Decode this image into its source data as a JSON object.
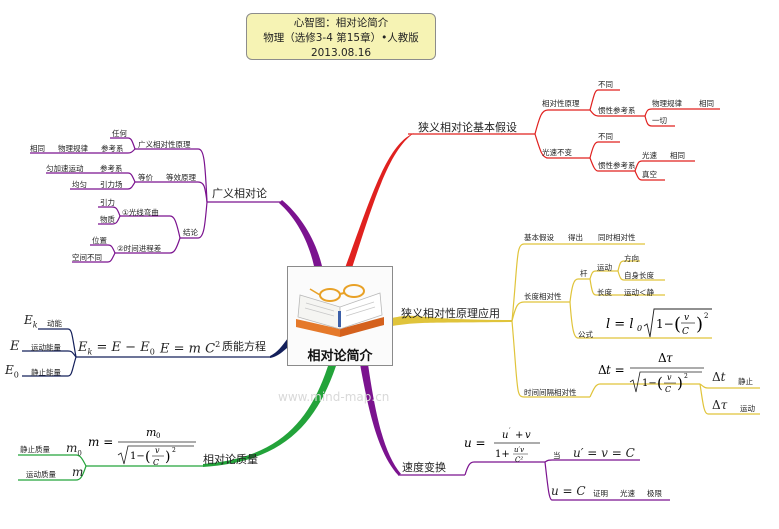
{
  "title": {
    "line1": "心智图：相对论简介",
    "line2": "物理（选修3-4 第15章）•人教版",
    "line3": "2013.08.16"
  },
  "center": {
    "label": "相对论简介",
    "icon": "open-book-with-glasses-icon"
  },
  "watermark": "www.mind-map.cn",
  "colors": {
    "red": "#e0211f",
    "olive": "#e0c43b",
    "purple": "#7b138f",
    "darkblue": "#14205b",
    "green": "#23a33a"
  },
  "branches": {
    "narrow_assumptions": {
      "label": "狭义相对论基本假设",
      "relativity": {
        "label": "相对性原理",
        "different": "不同",
        "inertial": "惯性参考系",
        "law": "物理规律",
        "same": "相同",
        "all": "一切"
      },
      "light": {
        "label": "光速不变",
        "different": "不同",
        "inertial": "惯性参考系",
        "speed": "光速",
        "same": "相同",
        "vacuum": "真空"
      }
    },
    "narrow_applications": {
      "label": "狭义相对性原理应用",
      "basic": {
        "a": "基本假设",
        "b": "得出",
        "c": "同时相对性"
      },
      "length": {
        "label": "长度相对性",
        "rod": "杆",
        "motion": "运动",
        "direction": "方向",
        "own_length": "自身长度",
        "length": "长度",
        "moving_lt_rest": "运动＜静",
        "formula": "公式"
      },
      "time": {
        "label": "时间间隔相对性",
        "rest": "静止",
        "moving": "运动"
      }
    },
    "velocity": {
      "label": "速度变换",
      "when": "当",
      "proof": "证明",
      "lightspeed": "光速",
      "limit": "极限"
    },
    "general": {
      "label": "广义相对论",
      "principle": "广义相对性原理",
      "any": "任何",
      "frame": "参考系",
      "law": "物理规律",
      "same": "相同",
      "equivalence": "等效原理",
      "equiv": "等价",
      "accel": "匀加速运动",
      "uniform": "均匀",
      "gravity_field": "引力场",
      "frame2": "参考系",
      "conclusion": "结论",
      "bend": "①光线弯曲",
      "gravity": "引力",
      "matter": "物质",
      "delay": "②时间进程差",
      "position": "位置",
      "space_diff": "空间不同"
    },
    "mass_energy": {
      "label": "质能方程",
      "kinetic": "动能",
      "motion_energy": "运动能量",
      "rest_energy": "静止能量"
    },
    "rel_mass": {
      "label": "相对论质量",
      "rest_mass": "静止质量",
      "moving_mass": "运动质量"
    }
  }
}
